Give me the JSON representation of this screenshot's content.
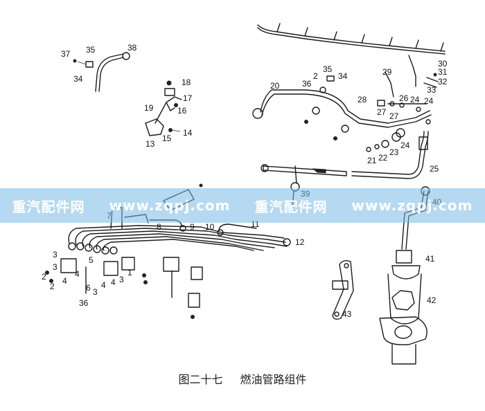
{
  "caption": {
    "figure_no": "图二十七",
    "title": "燃油管路组件"
  },
  "watermark": [
    "重汽配件网",
    "www.zqpj.com",
    "重汽配件网",
    "www.zqpj.com"
  ],
  "labels": [
    "37",
    "35",
    "38",
    "34",
    "18",
    "17",
    "16",
    "19",
    "13",
    "15",
    "14",
    "20",
    "36",
    "2",
    "35",
    "34",
    "28",
    "29",
    "30",
    "31",
    "33",
    "32",
    "26",
    "24",
    "27",
    "27",
    "24",
    "21",
    "22",
    "23",
    "24",
    "25",
    "39",
    "40",
    "7",
    "8",
    "9",
    "10",
    "11",
    "12",
    "5",
    "3",
    "2",
    "4",
    "4",
    "6",
    "3",
    "4",
    "3",
    "1",
    "36",
    "41",
    "42",
    "43",
    "3",
    "2",
    "4"
  ]
}
